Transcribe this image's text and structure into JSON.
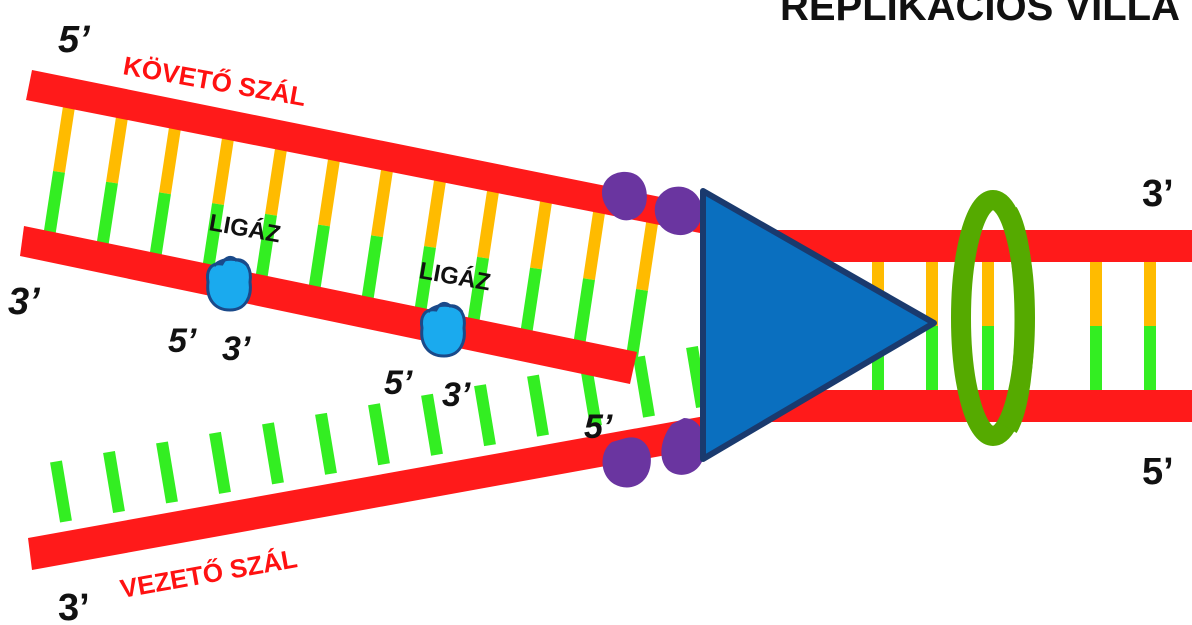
{
  "title": "REPLIKÁCIÓS VILLA",
  "strands": {
    "lagging_label": "KÖVETŐ SZÁL",
    "leading_label": "VEZETŐ SZÁL"
  },
  "ligase": [
    {
      "label": "LIGÁZ",
      "left_end": "5’",
      "right_end": "3’"
    },
    {
      "label": "LIGÁZ",
      "left_end": "5’",
      "right_end": "3’"
    }
  ],
  "ends": {
    "top_left": "5’",
    "lagging_inner_left": "3’",
    "leading_primer": "5’",
    "bottom_left": "3’",
    "right_top": "3’",
    "right_bottom": "5’"
  },
  "colors": {
    "backbone": "#ff1a1a",
    "base_yellow": "#ffbb00",
    "base_green": "#33ee22",
    "helicase": "#0a6fbf",
    "helicase_border": "#1a3a6e",
    "clamp": "#55aa00",
    "primase": "#6a35a0",
    "ligase": "#1aaaee",
    "ligase_border": "#1a4a8a",
    "text": "#111111",
    "strand_label": "#ff1111"
  }
}
